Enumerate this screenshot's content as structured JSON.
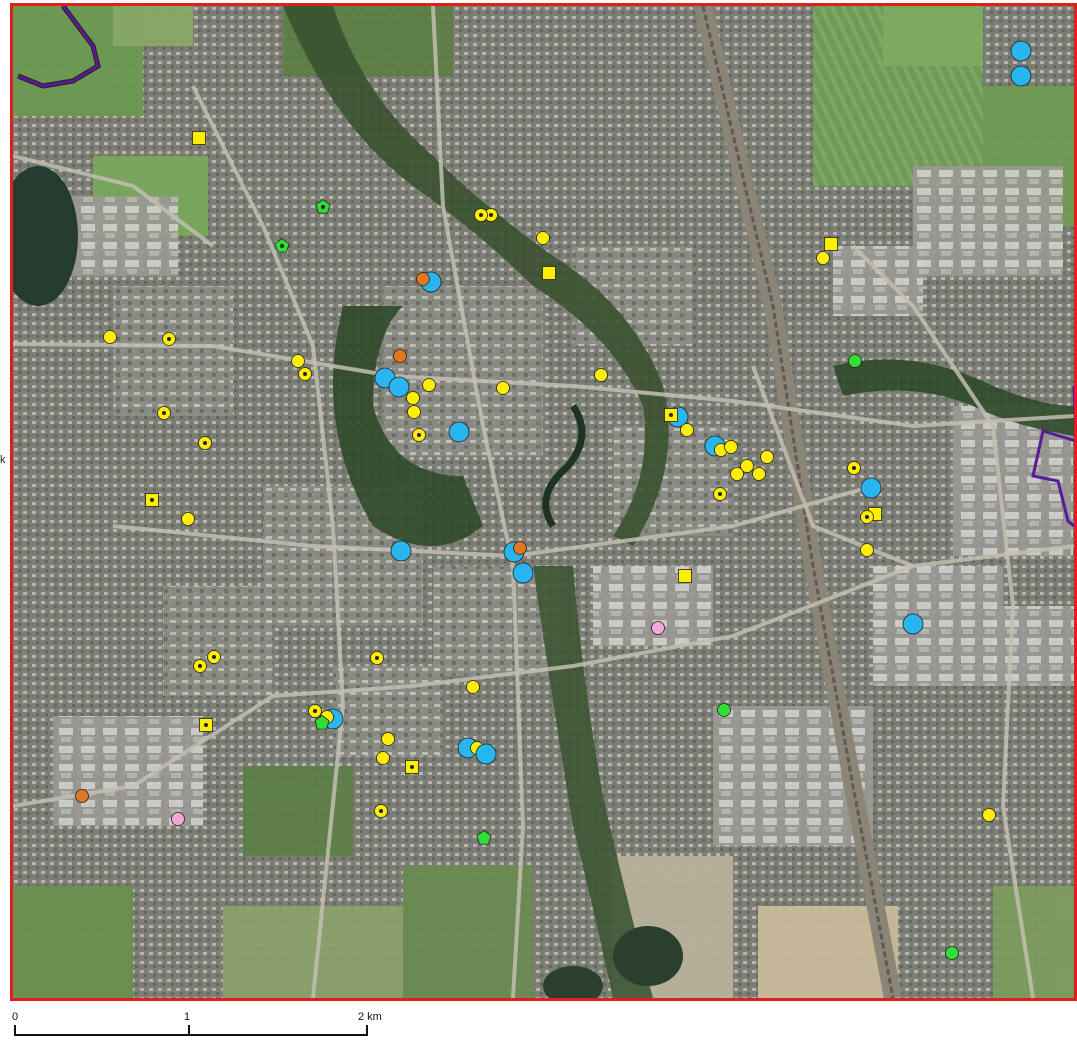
{
  "map": {
    "title": "",
    "side_label": "k",
    "frame_color": "#e01e1e",
    "boundary_color": "#5a1a9a",
    "legend_colors": {
      "blue": "#29b6f0",
      "yellow": "#ffee00",
      "orange": "#e07820",
      "green": "#33dd33",
      "pink": "#f3a6d8",
      "outline": "#222222"
    },
    "scale": {
      "labels": [
        "0",
        "1",
        "2 km"
      ]
    }
  }
}
